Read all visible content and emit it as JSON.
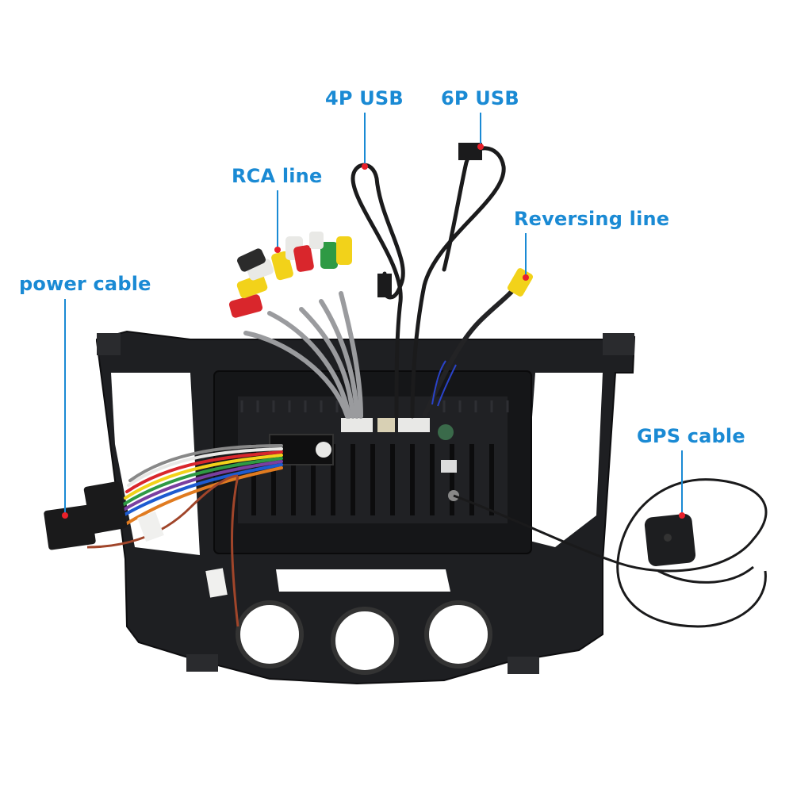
{
  "labels": {
    "usb_4p": "4P USB",
    "usb_6p": "6P USB",
    "rca_line": "RCA line",
    "reversing_line": "Reversing line",
    "power_cable": "power cable",
    "gps_cable": "GPS cable"
  },
  "colors": {
    "label_text": "#1a8ad4",
    "leader_line": "#1a8ad4",
    "leader_dot": "#e8202a",
    "frame": "#1e1f22",
    "background": "#ffffff"
  }
}
